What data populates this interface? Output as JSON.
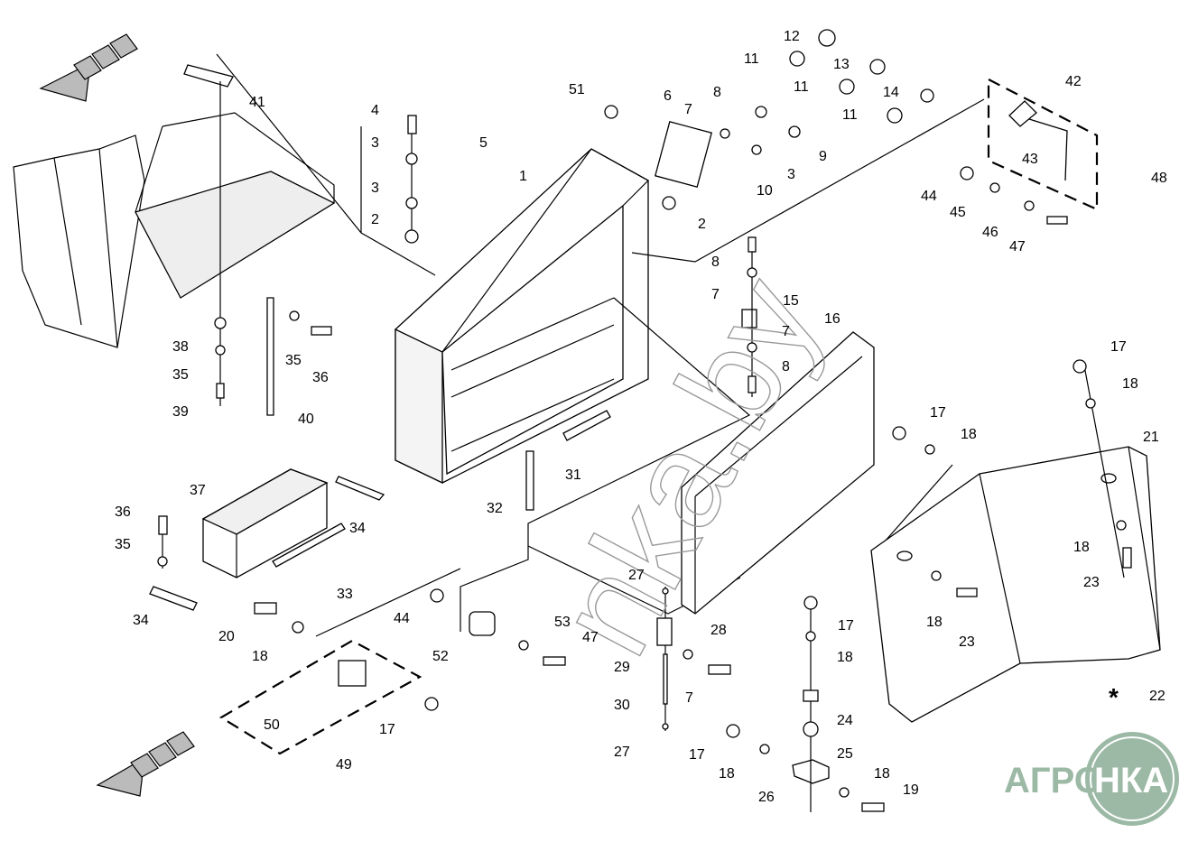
{
  "diagram": {
    "title": "Battery box / electrical cabinet exploded parts view"
  },
  "watermark": "nka.by",
  "logo": {
    "text_left": "АГРО",
    "text_right": "НКА",
    "color": "#9bb9a5"
  },
  "callouts": [
    "12",
    "11",
    "13",
    "11",
    "14",
    "11",
    "42",
    "6",
    "8",
    "7",
    "9",
    "3",
    "10",
    "2",
    "51",
    "1",
    "41",
    "4",
    "5",
    "3",
    "3",
    "2",
    "43",
    "48",
    "44",
    "45",
    "46",
    "47",
    "8",
    "7",
    "15",
    "7",
    "16",
    "8",
    "38",
    "35",
    "39",
    "35",
    "36",
    "40",
    "17",
    "18",
    "17",
    "18",
    "21",
    "31",
    "32",
    "37",
    "34",
    "36",
    "35",
    "33",
    "34",
    "20",
    "18",
    "44",
    "53",
    "52",
    "47",
    "27",
    "28",
    "29",
    "7",
    "30",
    "27",
    "17",
    "18",
    "24",
    "25",
    "17",
    "18",
    "26",
    "18",
    "19",
    "50",
    "17",
    "49",
    "18",
    "23",
    "18",
    "23",
    "22"
  ],
  "note_symbol": "*"
}
